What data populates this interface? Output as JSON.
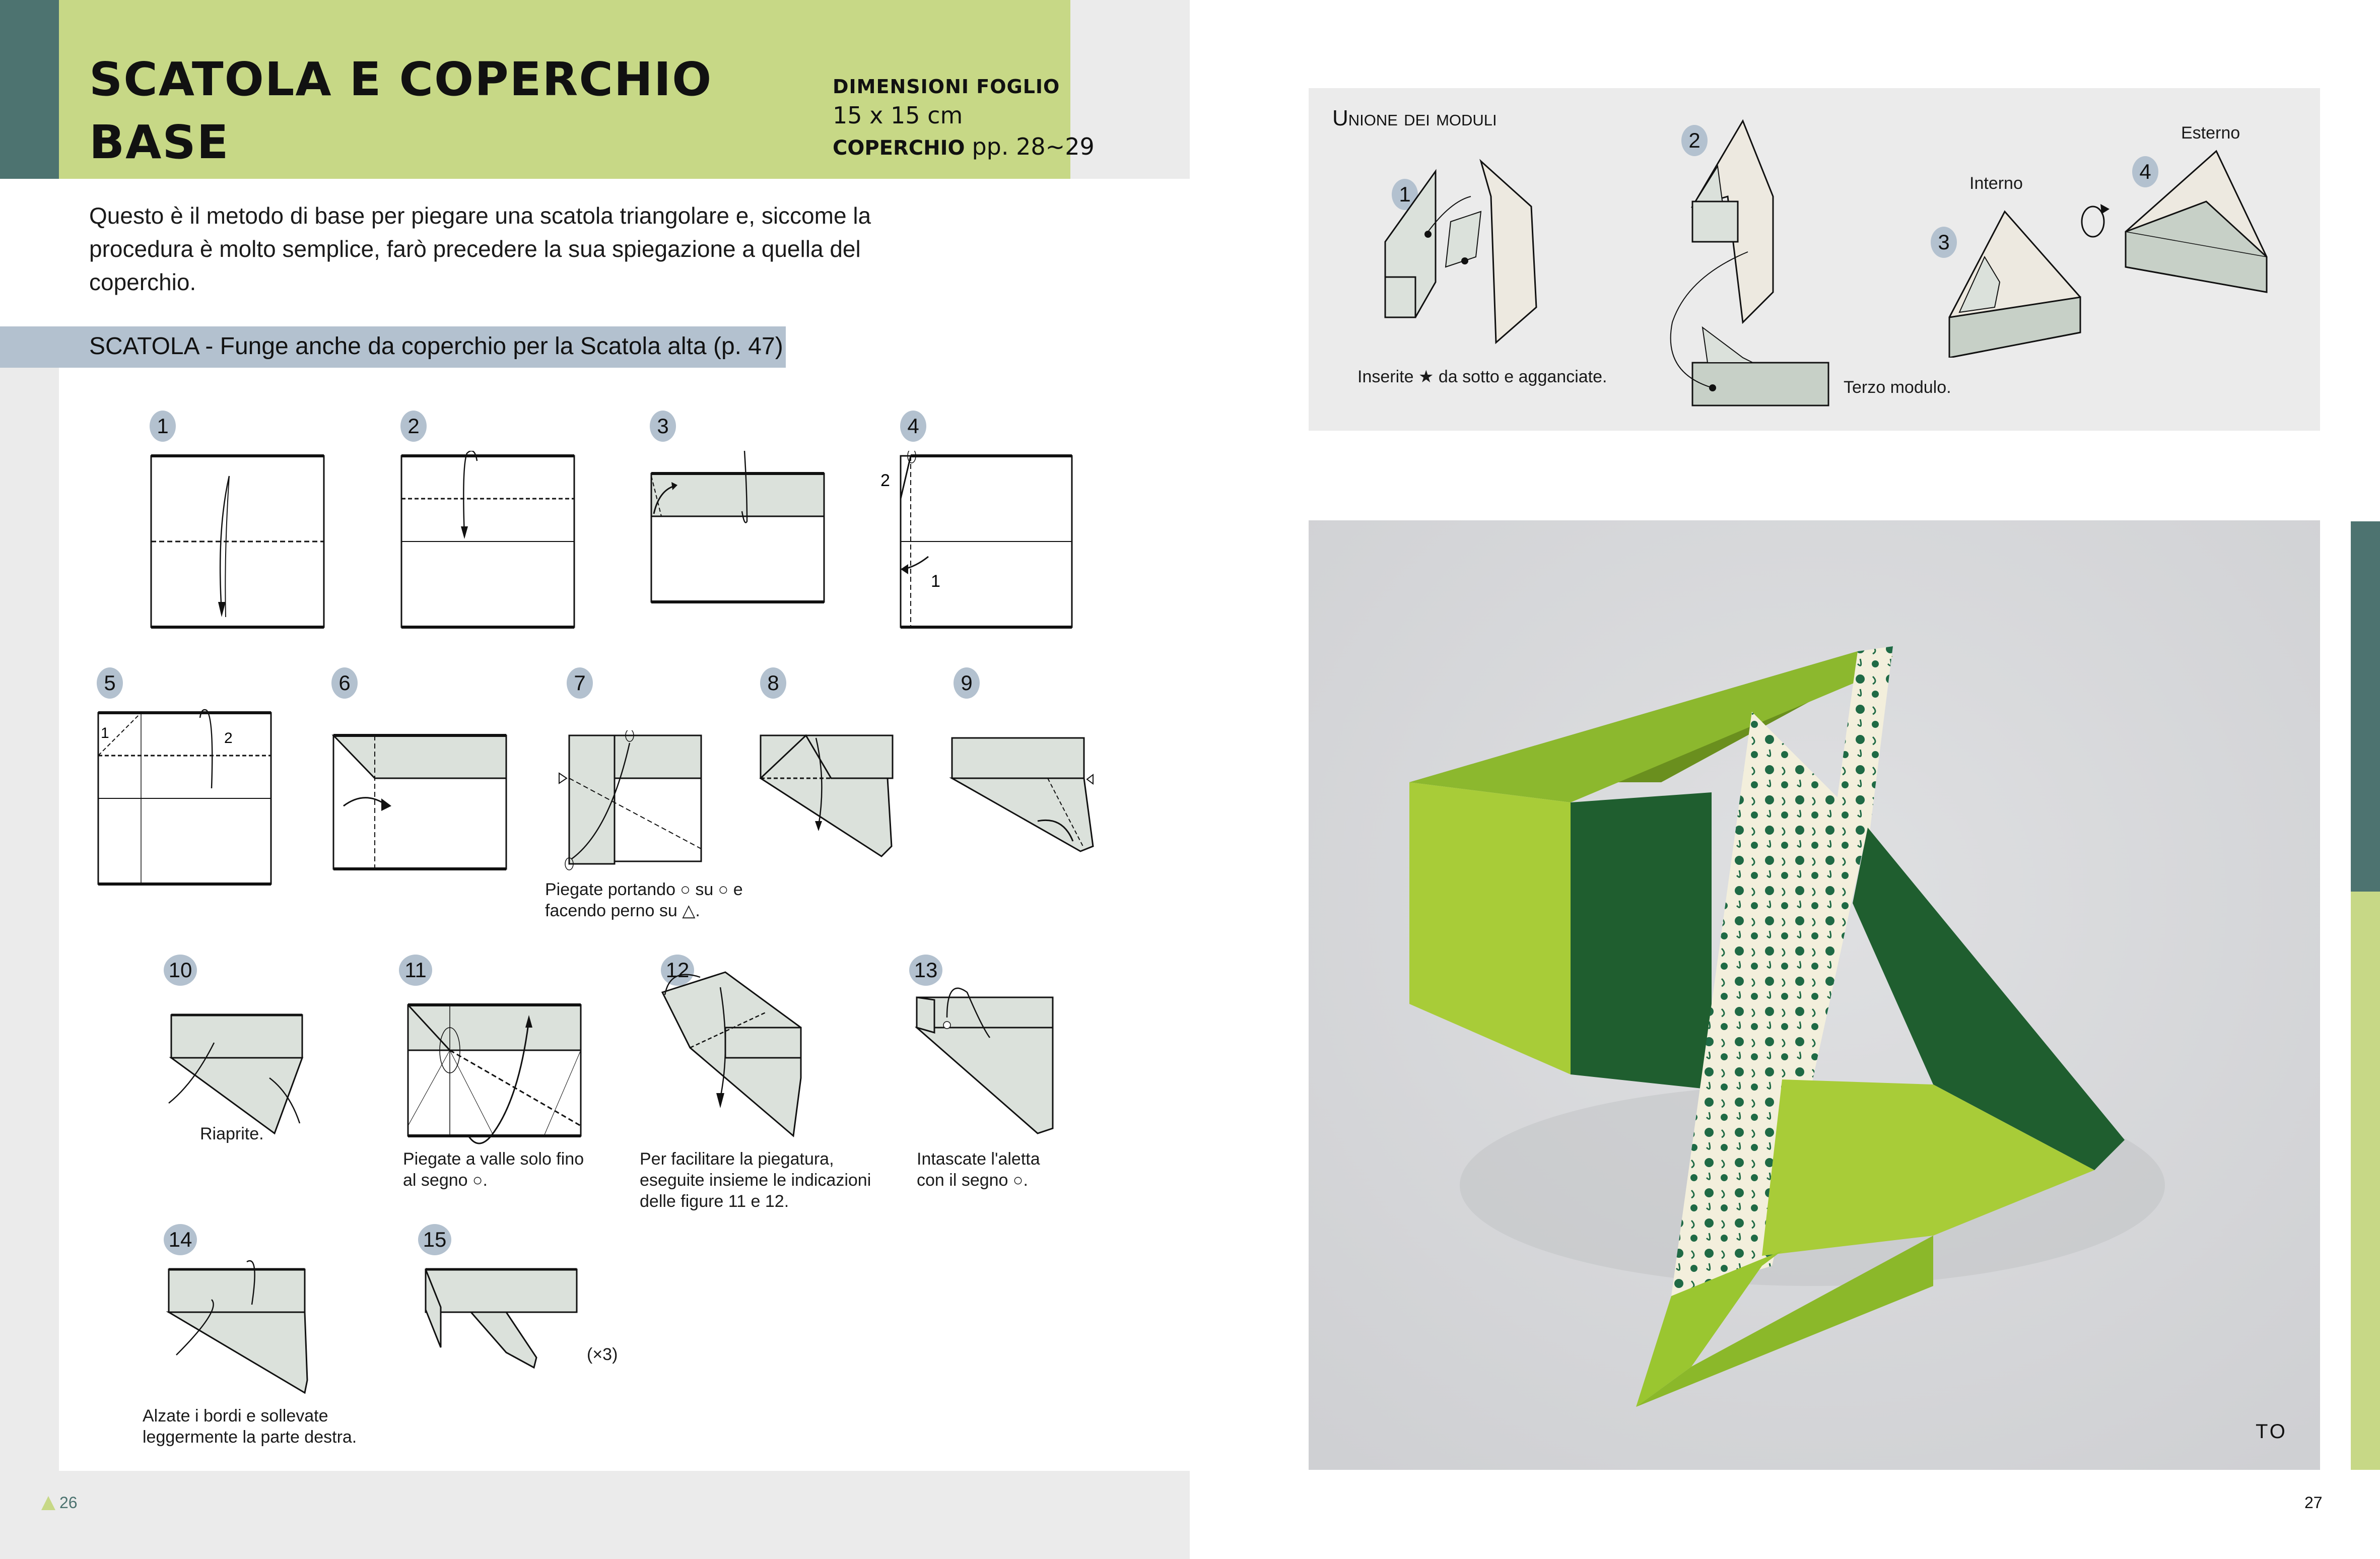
{
  "left_page": {
    "title_line1": "SCATOLA E COPERCHIO",
    "title_line2": "BASE",
    "dimensions": {
      "label": "DIMENSIONI FOGLIO",
      "value": "15 x 15 cm",
      "lid_label": "COPERCHIO",
      "lid_pages": "pp. 28~29"
    },
    "intro": "Questo è il metodo di base per piegare una scatola triangolare e, siccome la procedura è molto semplice, farò precedere la sua spiegazione a quella del coperchio.",
    "section_label": "SCATOLA - Funge anche da coperchio per la Scatola alta (p. 47)",
    "steps": [
      {
        "n": "1",
        "caption": ""
      },
      {
        "n": "2",
        "caption": ""
      },
      {
        "n": "3",
        "caption": ""
      },
      {
        "n": "4",
        "caption": "",
        "labels": [
          "2",
          "1"
        ]
      },
      {
        "n": "5",
        "caption": "",
        "labels": [
          "1",
          "2"
        ]
      },
      {
        "n": "6",
        "caption": ""
      },
      {
        "n": "7",
        "caption": "Piegate portando ○ su ○ e facendo perno su △."
      },
      {
        "n": "8",
        "caption": ""
      },
      {
        "n": "9",
        "caption": ""
      },
      {
        "n": "10",
        "caption": "Riaprite."
      },
      {
        "n": "11",
        "caption": "Piegate a valle solo fino al segno ○."
      },
      {
        "n": "12",
        "caption": "Per facilitare la piegatura, eseguite insieme le indicazioni delle figure 11 e 12."
      },
      {
        "n": "13",
        "caption": "Intascate l'aletta con il segno ○."
      },
      {
        "n": "14",
        "caption": "Alzate i bordi e sollevate leggermente la parte destra."
      },
      {
        "n": "15",
        "caption": "",
        "repeat": "(×3)"
      }
    ],
    "page_number": "26"
  },
  "right_page": {
    "unione": {
      "title": "Unione dei moduli",
      "steps": [
        {
          "n": "1",
          "caption": "Inserite ★ da sotto e agganciate."
        },
        {
          "n": "2",
          "caption": "Terzo modulo."
        },
        {
          "n": "3",
          "caption": "Interno"
        },
        {
          "n": "4",
          "caption": "Esterno"
        }
      ]
    },
    "photo": {
      "subject": "triangular origami box with lid",
      "credit": "TO"
    },
    "page_number": "27"
  },
  "colors": {
    "teal": "#4d7370",
    "lime": "#c7d886",
    "badge": "#b3c1cf",
    "panel_gray": "#ebebeb",
    "paper_fill": "#dbe1db"
  }
}
